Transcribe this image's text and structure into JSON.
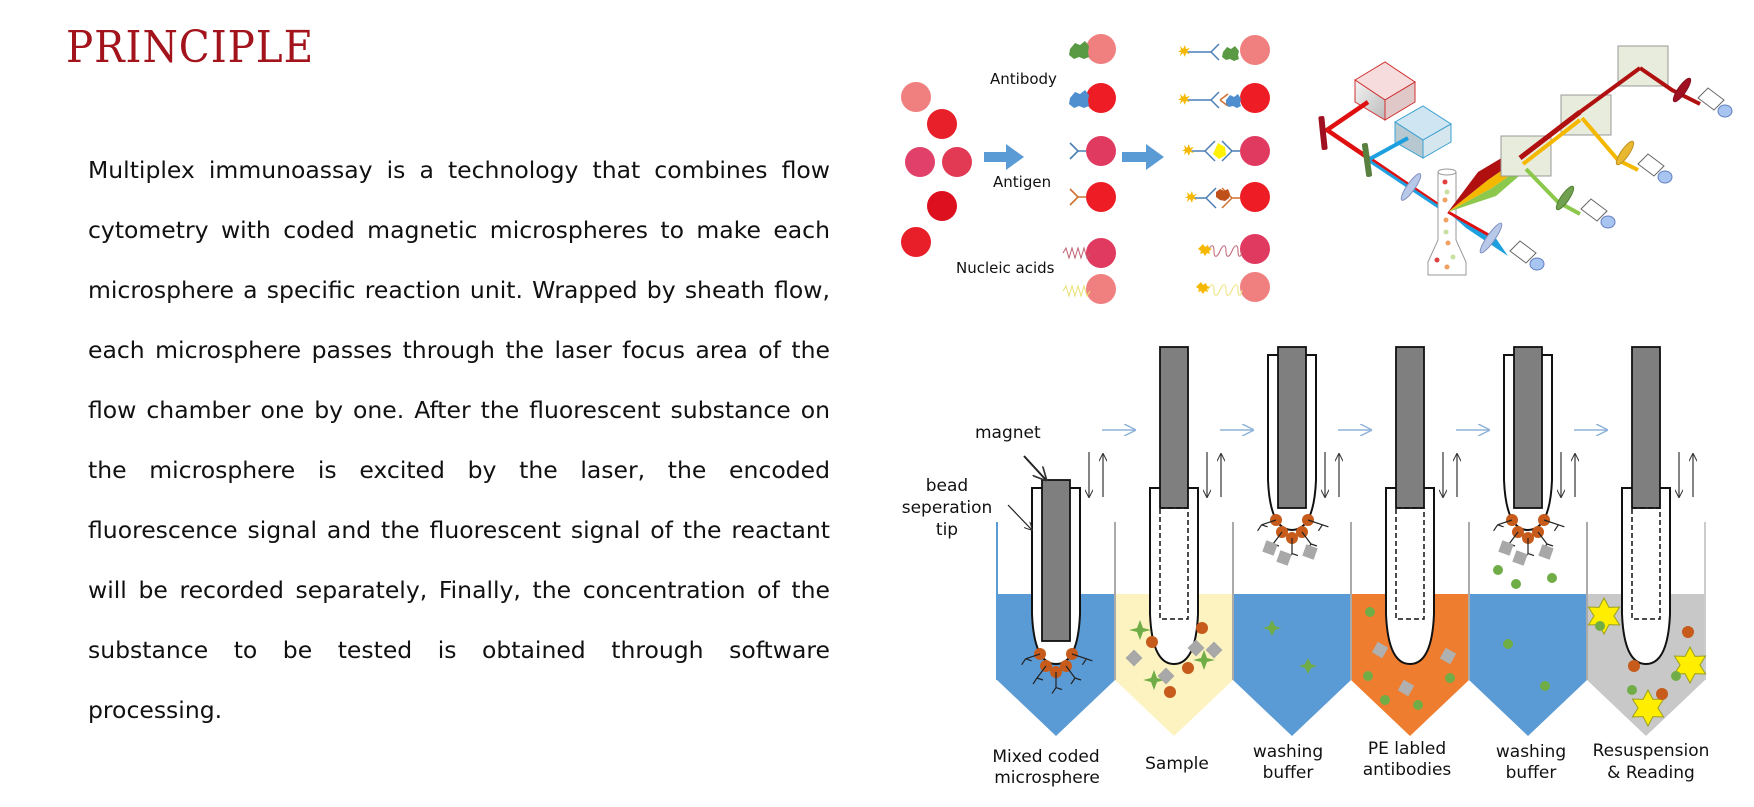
{
  "title": "PRINCIPLE",
  "colors": {
    "title": "#a3131c",
    "arrow_blue": "#5b9bd5",
    "well_blue": "#5b9bd5",
    "well_yellow": "#fdf3c0",
    "well_orange": "#ef7d2f",
    "well_gray": "#c8c8c8",
    "magnet_gray": "#7f7f7f",
    "bead_orange": "#c65b1c",
    "green_dot": "#70ad47",
    "star_yellow": "#ffee00"
  },
  "description_lines": [
    "Multiplex immunoassay is a technology that combines flow",
    "cytometry with coded magnetic microspheres to make each",
    "microsphere a specific reaction unit. Wrapped by sheath flow,",
    "each microsphere passes through the laser focus area of the",
    "flow chamber one by one. After the fluorescent substance on",
    "the microsphere is excited by the laser, the encoded",
    "fluorescence signal and the fluorescent signal of the reactant",
    "will be recorded separately, Finally, the concentration of the",
    "substance to be tested is obtained through software",
    "processing."
  ],
  "coupling_diagram": {
    "labels": {
      "antibody": "Antibody",
      "antigen": "Antigen",
      "nucleic_acids": "Nucleic acids"
    }
  },
  "optics_diagram": {
    "lasers": [
      "red",
      "blue"
    ],
    "detectors": [
      "blue",
      "green",
      "yellow",
      "red"
    ]
  },
  "workflow_diagram": {
    "labels": {
      "magnet": "magnet",
      "bead_tip_line1": "bead",
      "bead_tip_line2": "seperation",
      "bead_tip_line3": "tip"
    },
    "steps": [
      {
        "line1": "Mixed  coded",
        "line2": "microsphere",
        "fill": "#5b9bd5"
      },
      {
        "line1": "Sample",
        "line2": "",
        "fill": "#fdf3c0"
      },
      {
        "line1": "washing",
        "line2": "buffer",
        "fill": "#5b9bd5"
      },
      {
        "line1": "PE labled",
        "line2": "antibodies",
        "fill": "#ef7d2f"
      },
      {
        "line1": "washing",
        "line2": "buffer",
        "fill": "#5b9bd5"
      },
      {
        "line1": "Resuspension",
        "line2": "& Reading",
        "fill": "#c8c8c8"
      }
    ]
  }
}
